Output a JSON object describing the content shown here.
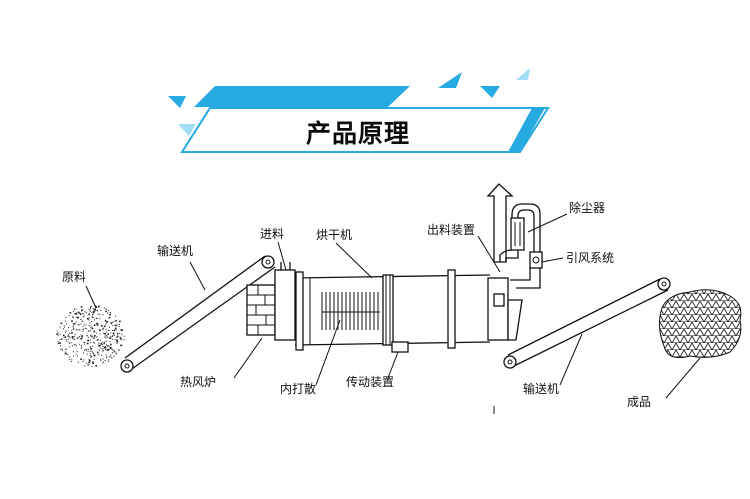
{
  "banner": {
    "title": "产品原理",
    "accent_color": "#27a9e1",
    "accent_light": "#9fdcf6"
  },
  "labels": {
    "raw_material": "原料",
    "conveyor_left": "输送机",
    "feed": "进料",
    "dryer": "烘干机",
    "discharge": "出料装置",
    "dust_collector": "除尘器",
    "induced_draft": "引风系统",
    "hot_air_furnace": "热风炉",
    "inner_breaker": "内打散",
    "drive_device": "传动装置",
    "conveyor_right": "输送机",
    "product": "成品"
  }
}
